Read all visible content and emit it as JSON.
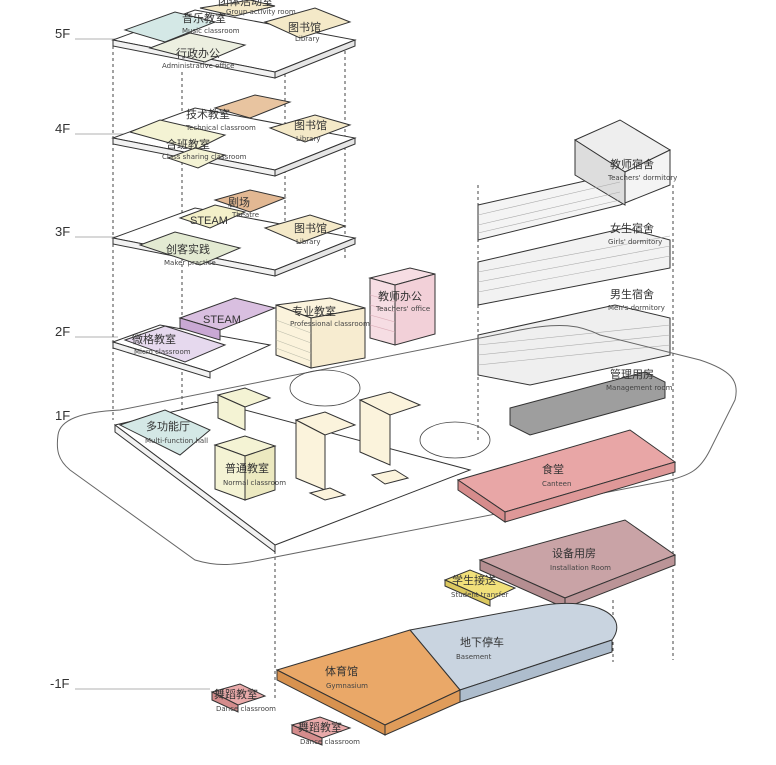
{
  "floors": [
    {
      "label": "5F"
    },
    {
      "label": "4F"
    },
    {
      "label": "3F"
    },
    {
      "label": "2F"
    },
    {
      "label": "1F"
    },
    {
      "label": "-1F"
    }
  ],
  "rooms": {
    "group_activity": {
      "cn": "团体活动室",
      "en": "Group activity room"
    },
    "music": {
      "cn": "音乐教室",
      "en": "Music classroom"
    },
    "library5": {
      "cn": "图书馆",
      "en": "Library"
    },
    "admin": {
      "cn": "行政办公",
      "en": "Administrative office"
    },
    "technical": {
      "cn": "技术教室",
      "en": "Technical classroom"
    },
    "library4": {
      "cn": "图书馆",
      "en": "Library"
    },
    "class_sharing": {
      "cn": "合班教室",
      "en": "Class sharing classroom"
    },
    "theatre": {
      "cn": "剧场",
      "en": "Theatre"
    },
    "steam3": {
      "cn": "STEAM"
    },
    "library3": {
      "cn": "图书馆",
      "en": "Library"
    },
    "maker": {
      "cn": "创客实践",
      "en": "Maker practice"
    },
    "steam2": {
      "cn": "STEAM"
    },
    "micro": {
      "cn": "微格教室",
      "en": "Micro classroom"
    },
    "professional": {
      "cn": "专业教室",
      "en": "Professional classroom"
    },
    "teachers_office": {
      "cn": "教师办公",
      "en": "Teachers' office"
    },
    "teachers_dorm": {
      "cn": "教师宿舍",
      "en": "Teachers' dormitory"
    },
    "girls_dorm": {
      "cn": "女生宿舍",
      "en": "Girls' dormitory"
    },
    "mens_dorm": {
      "cn": "男生宿舍",
      "en": "Men's dormitory"
    },
    "management": {
      "cn": "管理用房",
      "en": "Management room"
    },
    "multi_hall": {
      "cn": "多功能厅",
      "en": "Multi-function hall"
    },
    "normal": {
      "cn": "普通教室",
      "en": "Normal classroom"
    },
    "canteen": {
      "cn": "食堂",
      "en": "Canteen"
    },
    "installation": {
      "cn": "设备用房",
      "en": "Installation Room"
    },
    "student_transfer": {
      "cn": "学生接送",
      "en": "Student transfer"
    },
    "basement": {
      "cn": "地下停车",
      "en": "Basement"
    },
    "gymnasium": {
      "cn": "体育馆",
      "en": "Gymnasium"
    },
    "dance1": {
      "cn": "舞蹈教室",
      "en": "Dance classroom"
    },
    "dance2": {
      "cn": "舞蹈教室",
      "en": "Dance classroom"
    }
  },
  "colors": {
    "music": "#d4e8e6",
    "library": "#f4e9c8",
    "admin": "#ecefe0",
    "technical": "#e8c4a0",
    "theatre": "#e2b893",
    "steam_yellow": "#f3f0c9",
    "maker": "#e3ead2",
    "steam_purple": "#d9bfe0",
    "micro": "#e6d9ee",
    "professional": "#fbf3dc",
    "teachers_office": "#f6dde3",
    "dorm": "#eeeeee",
    "management": "#9e9e9e",
    "multi_hall": "#d4e8e6",
    "normal": "#f4f3d4",
    "canteen": "#e8a6a6",
    "installation": "#c9a3a6",
    "student_transfer": "#f1e07a",
    "basement": "#c9d4e0",
    "gymnasium": "#eaa868",
    "dance": "#e9aaaa",
    "slab": "#ffffff"
  }
}
